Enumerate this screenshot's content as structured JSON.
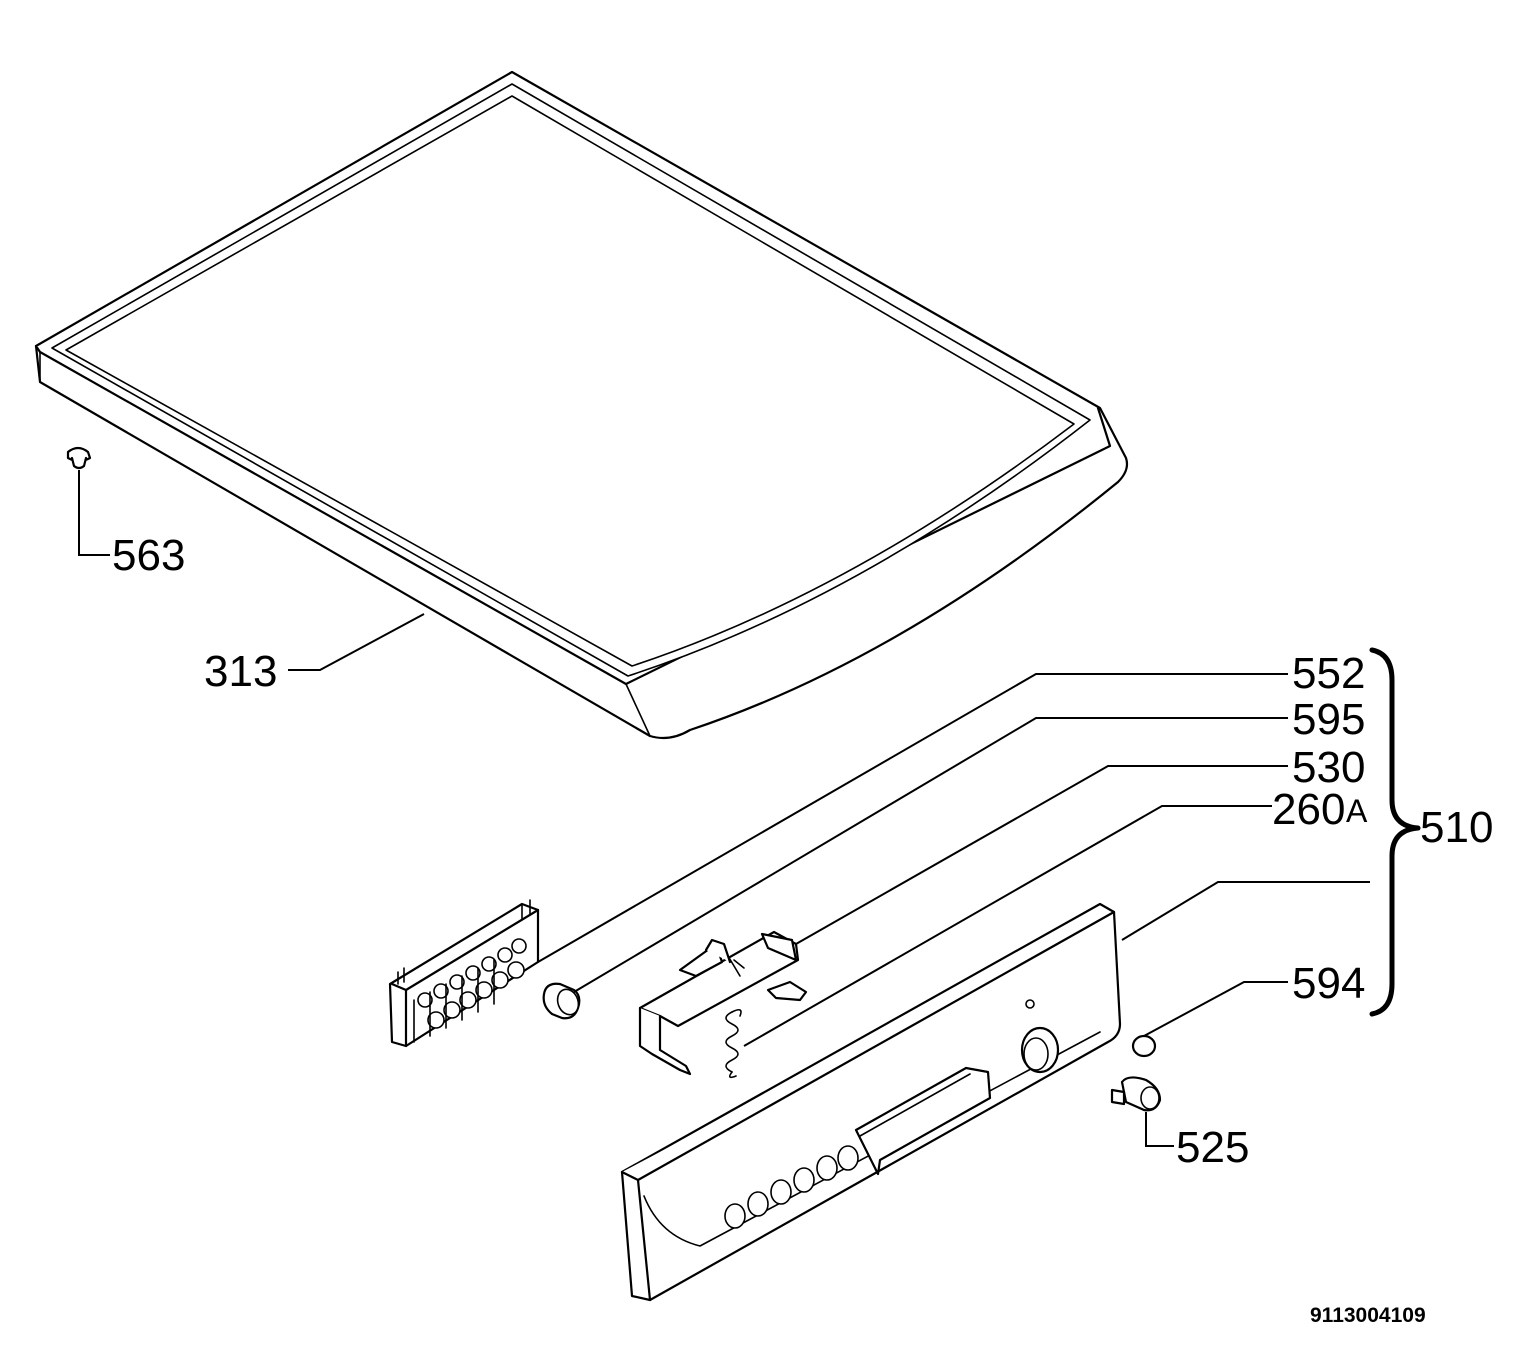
{
  "diagram": {
    "labels": {
      "p563": "563",
      "p313": "313",
      "p552": "552",
      "p595": "595",
      "p530": "530",
      "p260_num": "260",
      "p260_suffix": "A",
      "p510": "510",
      "p594": "594",
      "p525": "525"
    },
    "document_number": "9113004109"
  }
}
